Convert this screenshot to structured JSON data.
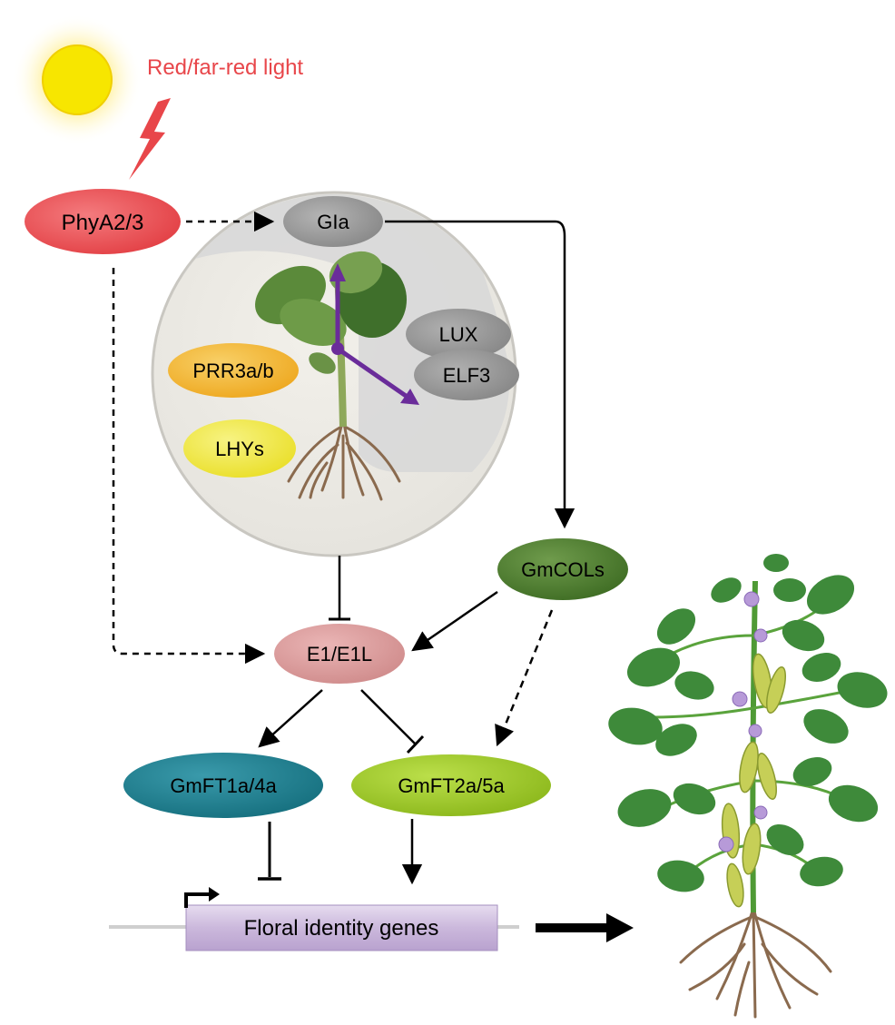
{
  "light": {
    "label": "Red/far-red light"
  },
  "nodes": {
    "phya": "PhyA2/3",
    "gia": "GIa",
    "lux": "LUX",
    "elf3": "ELF3",
    "prr": "PRR3a/b",
    "lhy": "LHYs",
    "gmcol": "GmCOLs",
    "e1": "E1/E1L",
    "ft1": "GmFT1a/4a",
    "ft2": "GmFT2a/5a",
    "floral": "Floral identity genes"
  },
  "colors": {
    "phya": "#e8464a",
    "gia": "#8e8e8e",
    "lux_elf3": "#8c8c8c",
    "prr": "#f2b531",
    "lhy": "#efe640",
    "gmcol": "#4e7d2f",
    "e1": "#d99a9a",
    "ft1": "#1f7f8f",
    "ft2": "#9cc62a",
    "floral": "#cbb8dc",
    "clock_hands": "#6a2c9a",
    "light_text": "#e8464a",
    "sun": "#f7e600"
  },
  "icons": {
    "sun": "sun-icon",
    "lightning": "lightning-bolt-icon",
    "seedling": "soybean-seedling-icon",
    "mature_plant": "flowering-soybean-plant-icon",
    "promoter": "promoter-arrow-icon"
  }
}
